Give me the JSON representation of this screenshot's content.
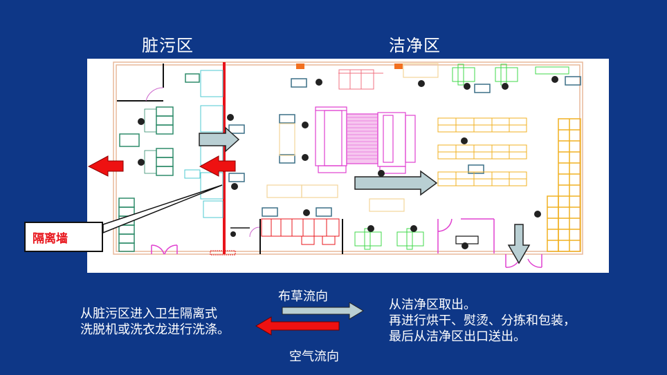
{
  "zones": {
    "dirty_title": "脏污区",
    "clean_title": "洁净区"
  },
  "callout": {
    "label": "隔离墙"
  },
  "legend": {
    "cloth_flow": "布草流向",
    "air_flow": "空气流向",
    "cloth_arrow_color": "#b9cfd3",
    "air_arrow_color": "#ee1111"
  },
  "descriptions": {
    "left": [
      "从脏污区进入卫生隔离式",
      "洗脱机或洗衣龙进行洗涤。"
    ],
    "right": [
      "从洁净区取出。",
      "再进行烘干、熨烫、分拣和包装，",
      "最后从洁净区出口送出。"
    ]
  },
  "colors": {
    "background": "#0e3787",
    "isolation_wall": "#e8141b",
    "outer_wall": "#e8b89a",
    "dirty_equipment": "#2e8b6a",
    "washer_cyan": "#4cc9d0",
    "tunnel_washer": "#e040d0",
    "ironer_green": "#3fd94a",
    "shelving": "#f0b020",
    "table_blue": "#3a6f86"
  }
}
